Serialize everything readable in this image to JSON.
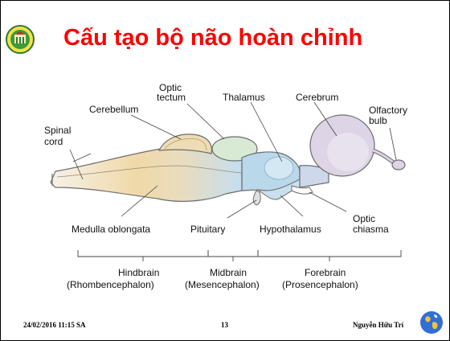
{
  "slide": {
    "title": "Cấu tạo bộ não hoàn chỉnh"
  },
  "diagram": {
    "labels": {
      "optic_tectum_1": "Optic",
      "optic_tectum_2": "tectum",
      "thalamus": "Thalamus",
      "cerebrum": "Cerebrum",
      "olfactory_1": "Olfactory",
      "olfactory_2": "bulb",
      "cerebellum": "Cerebellum",
      "spinal_1": "Spinal",
      "spinal_2": "cord",
      "medulla": "Medulla oblongata",
      "pituitary": "Pituitary",
      "hypothalamus": "Hypothalamus",
      "optic_chiasma_1": "Optic",
      "optic_chiasma_2": "chiasma",
      "hindbrain_1": "Hindbrain",
      "hindbrain_2": "(Rhombencephalon)",
      "midbrain_1": "Midbrain",
      "midbrain_2": "(Mesencephalon)",
      "forebrain_1": "Forebrain",
      "forebrain_2": "(Prosencephalon)"
    },
    "colors": {
      "cerebellum": "#eedcb4",
      "hindbrain_fill": "#f0d9a8",
      "tectum": "#d8ead4",
      "thalamus": "#b9d8ea",
      "cerebrum": "#ddd4e6",
      "outline": "#6c6c6c"
    }
  },
  "footer": {
    "date": "24/02/2016 11:15 SA",
    "page": "13",
    "author": "Nguyễn Hữu Trí"
  }
}
